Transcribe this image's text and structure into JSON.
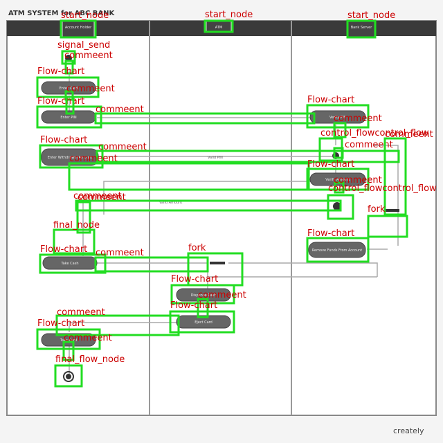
{
  "diagram": {
    "title": "ATM SYSTEM for ABC BANK",
    "watermark": "creately",
    "lanes": [
      {
        "header": "Account Holder"
      },
      {
        "header": "ATM"
      },
      {
        "header": "Bank Server"
      }
    ],
    "nodes": [
      {
        "name": "Enter Card"
      },
      {
        "name": "Enter PIN"
      },
      {
        "name": "Enter Withdrawal Amount"
      },
      {
        "name": "Take Cash"
      },
      {
        "name": "Take Card"
      },
      {
        "name": "Verify PIN"
      },
      {
        "name": "Verify Amount"
      },
      {
        "name": "Remove Funds From Account"
      },
      {
        "name": "Dispense Cash"
      },
      {
        "name": "Eject Card"
      }
    ],
    "edge_labels": [
      "Valid PIN",
      "Valid Amount"
    ]
  },
  "annotations": [
    {
      "label": "start_node"
    },
    {
      "label": "start_node"
    },
    {
      "label": "start_node"
    },
    {
      "label": "signal_send"
    },
    {
      "label": "commeent"
    },
    {
      "label": "Flow-chart"
    },
    {
      "label": "commeent"
    },
    {
      "label": "Flow-chart"
    },
    {
      "label": "commeent"
    },
    {
      "label": "Flow-chart"
    },
    {
      "label": "commeent"
    },
    {
      "label": "control_flowcontrol_flow"
    },
    {
      "label": "commeent"
    },
    {
      "label": "commeent"
    },
    {
      "label": "Flow-chart"
    },
    {
      "label": "commeent"
    },
    {
      "label": "commeent"
    },
    {
      "label": "Flow-chart"
    },
    {
      "label": "commeent"
    },
    {
      "label": "control_flowcontrol_flow"
    },
    {
      "label": "commeent"
    },
    {
      "label": "commeent"
    },
    {
      "label": "fork"
    },
    {
      "label": "final_node"
    },
    {
      "label": "Flow-chart"
    },
    {
      "label": "Flow-chart"
    },
    {
      "label": "commeent"
    },
    {
      "label": "fork"
    },
    {
      "label": "Flow-chart"
    },
    {
      "label": "commeent"
    },
    {
      "label": "Flow-chart"
    },
    {
      "label": "commeent"
    },
    {
      "label": "Flow-chart"
    },
    {
      "label": "commeent"
    },
    {
      "label": "final_flow_node"
    }
  ]
}
